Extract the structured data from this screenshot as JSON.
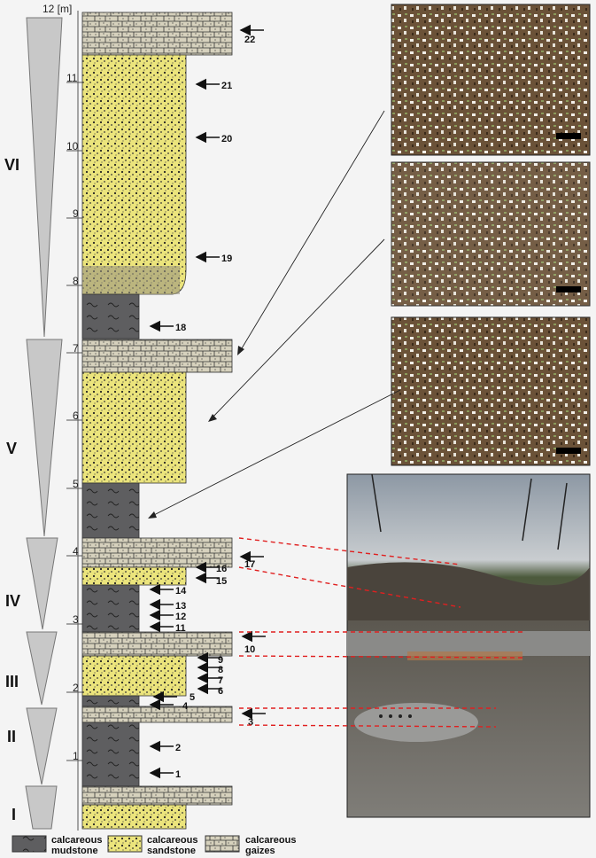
{
  "axis": {
    "unit_label": "12 [m]",
    "ticks": [
      "11",
      "10",
      "9",
      "8",
      "7",
      "6",
      "5",
      "4",
      "3",
      "2",
      "1"
    ]
  },
  "cycles": [
    "VI",
    "V",
    "IV",
    "III",
    "II",
    "I"
  ],
  "samples": [
    "22",
    "21",
    "20",
    "19",
    "18",
    "17",
    "16",
    "15",
    "14",
    "13",
    "12",
    "11",
    "10",
    "9",
    "8",
    "7",
    "6",
    "5",
    "4",
    "3",
    "2",
    "1"
  ],
  "legend": [
    {
      "line1": "calcareous",
      "line2": "mudstone"
    },
    {
      "line1": "calcareous",
      "line2": "sandstone"
    },
    {
      "line1": "calcareous",
      "line2": "gaizes"
    }
  ],
  "colors": {
    "mudstone": "#5c5c5c",
    "sandstone": "#ece77a",
    "gaize": "#d8d2bf",
    "cycle": "#c8c8c8",
    "correlation": "#e02020"
  }
}
